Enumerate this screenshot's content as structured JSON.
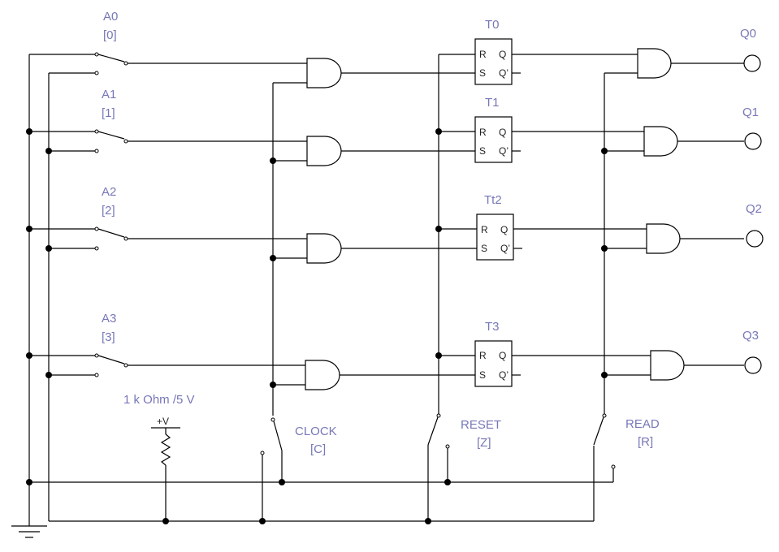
{
  "switches": [
    {
      "name": "A0",
      "key": "[0]"
    },
    {
      "name": "A1",
      "key": "[1]"
    },
    {
      "name": "A2",
      "key": "[2]"
    },
    {
      "name": "A3",
      "key": "[3]"
    }
  ],
  "flipflops": [
    {
      "name": "T0",
      "r": "R",
      "s": "S",
      "q": "Q",
      "qn": "Q’"
    },
    {
      "name": "T1",
      "r": "R",
      "s": "S",
      "q": "Q",
      "qn": "Q’"
    },
    {
      "name": "Tt2",
      "r": "R",
      "s": "S",
      "q": "Q",
      "qn": "Q’"
    },
    {
      "name": "T3",
      "r": "R",
      "s": "S",
      "q": "Q",
      "qn": "Q’"
    }
  ],
  "outputs": [
    "Q0",
    "Q1",
    "Q2",
    "Q3"
  ],
  "controls": [
    {
      "name": "CLOCK",
      "key": "[C]"
    },
    {
      "name": "RESET",
      "key": "[Z]"
    },
    {
      "name": "READ",
      "key": "[R]"
    }
  ],
  "supply": {
    "label": "1 k Ohm /5 V",
    "vplus": "+V"
  }
}
